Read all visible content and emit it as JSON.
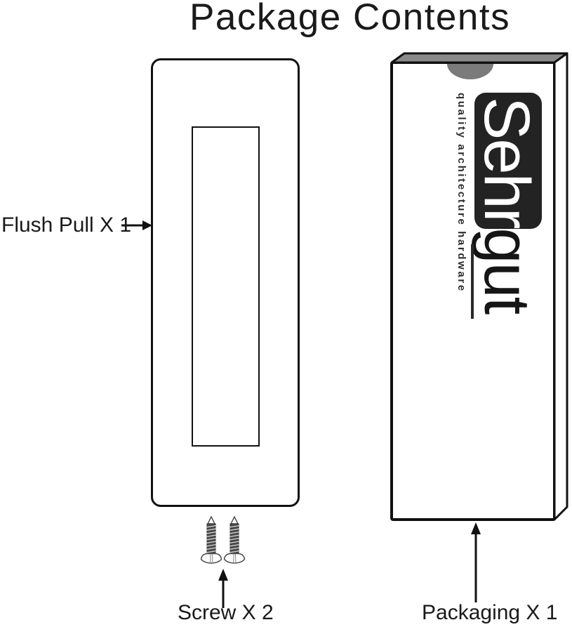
{
  "title": "Package Contents",
  "diagram": {
    "flush_pull": {
      "label": "Flush Pull X 1"
    },
    "screws": {
      "label": "Screw X 2"
    },
    "packaging": {
      "label": "Packaging X 1",
      "brand_primary": "Sehr",
      "brand_secondary": "gut",
      "tagline": "quality architecture hardware"
    }
  },
  "icons": {
    "flush_pull_pointer": "arrow-right-icon",
    "screw_pointer": "arrow-up-icon",
    "packaging_pointer": "arrow-up-icon",
    "screw_glyph": "screw-icon",
    "box_glyph": "packaging-box-graphic"
  },
  "colors": {
    "line": "#111111",
    "text": "#1a1a1a",
    "box_top_face": "#8a8a8a",
    "box_notch": "#7b7b7b",
    "logo_badge": "#232323",
    "screw_shaft": "#494949"
  }
}
